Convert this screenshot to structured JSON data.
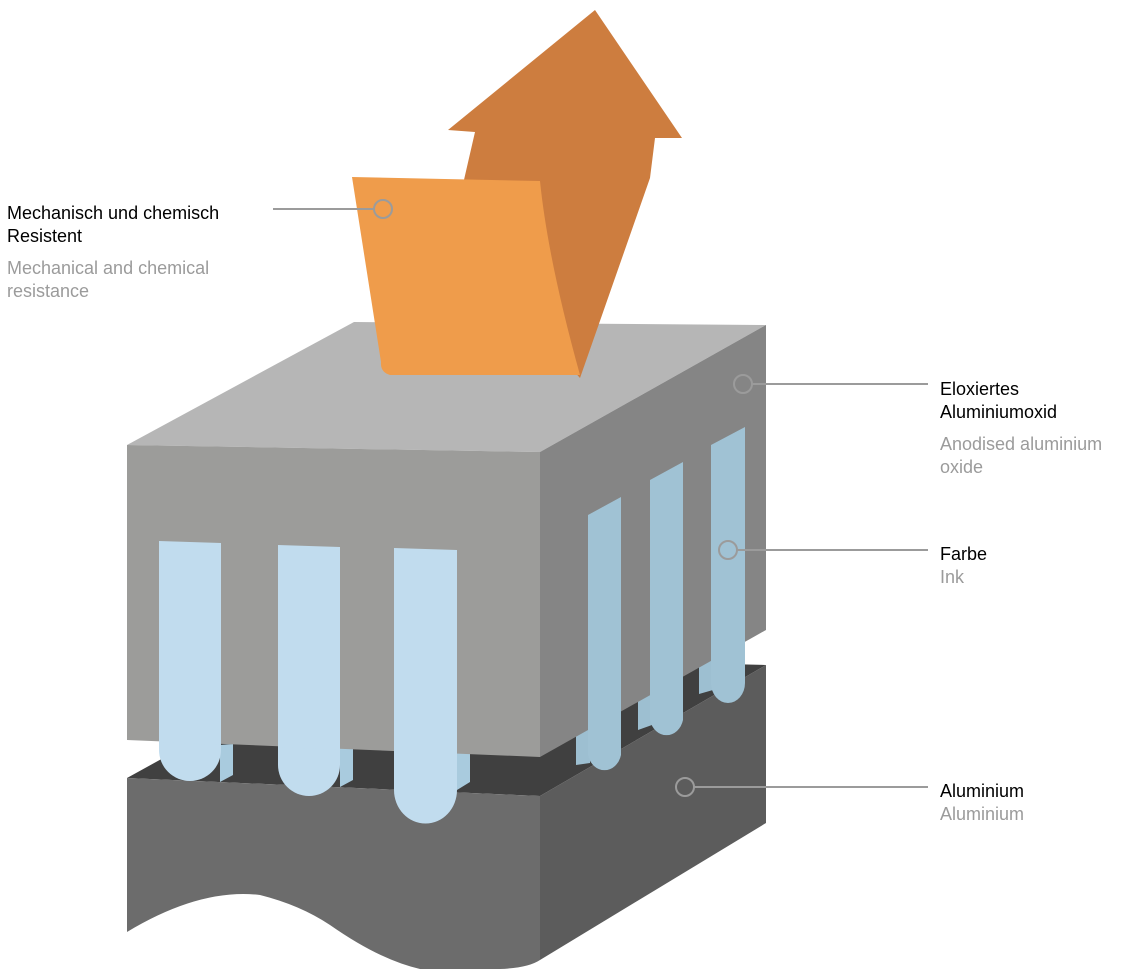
{
  "labels": {
    "resistance": {
      "de_line1": "Mechanisch und chemisch",
      "de_line2": "Resistent",
      "en_line1": "Mechanical and chemical",
      "en_line2": "resistance"
    },
    "anodised_oxide": {
      "de_line1": "Eloxiertes",
      "de_line2": "Aluminiumoxid",
      "en_line1": "Anodised aluminium",
      "en_line2": "oxide"
    },
    "ink": {
      "de": "Farbe",
      "en": "Ink"
    },
    "aluminium": {
      "de": "Aluminium",
      "en": "Aluminium"
    }
  },
  "colors": {
    "arrow_front": "#ef9c4b",
    "arrow_back": "#cd7d3f",
    "oxide_top": "#b6b6b6",
    "oxide_front": "#9c9c9a",
    "oxide_side": "#858585",
    "aluminium_front": "#6c6c6c",
    "aluminium_side": "#5c5c5c",
    "aluminium_top": "#404040",
    "ink_front": "#c1dcee",
    "ink_side": "#a0c2d4",
    "leader_line": "#9b9b9b"
  }
}
